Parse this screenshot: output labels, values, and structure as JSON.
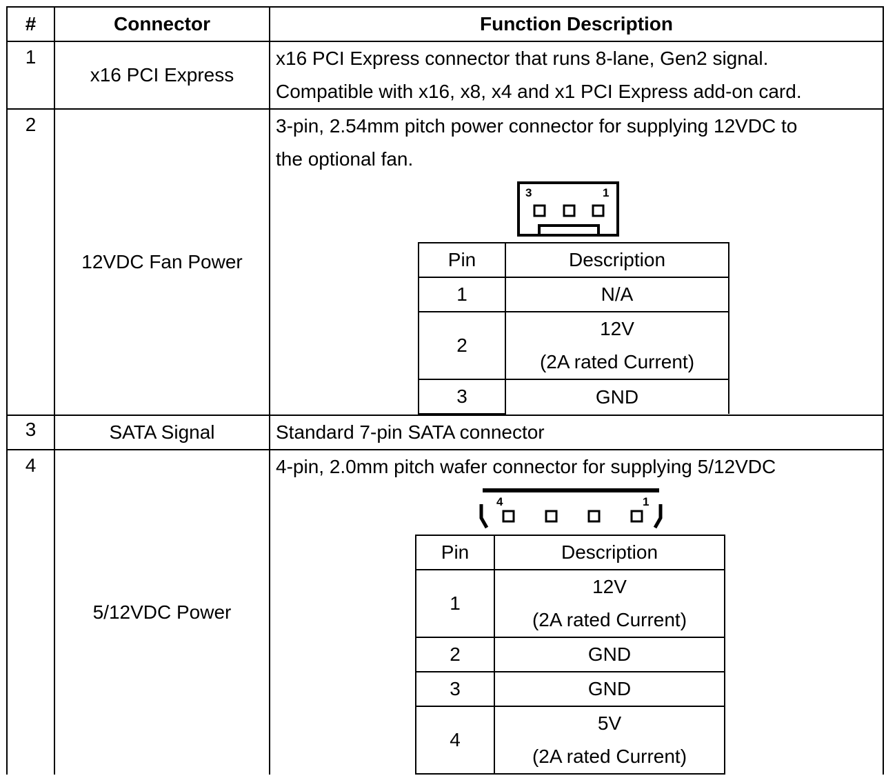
{
  "headers": {
    "num": "#",
    "connector": "Connector",
    "function": "Function Description"
  },
  "rows": [
    {
      "num": "1",
      "connector": "x16 PCI Express",
      "lines": [
        "x16 PCI Express connector that runs 8-lane, Gen2 signal.",
        "Compatible with x16, x8, x4 and x1 PCI Express add-on card."
      ]
    },
    {
      "num": "2",
      "connector": "12VDC Fan Power",
      "lines": [
        "3-pin, 2.54mm pitch power connector for supplying 12VDC to",
        "the optional fan."
      ],
      "diagram": {
        "left_label": "3",
        "right_label": "1"
      },
      "pin_header": {
        "pin": "Pin",
        "desc": "Description"
      },
      "pins": [
        {
          "pin": "1",
          "desc": [
            "N/A"
          ]
        },
        {
          "pin": "2",
          "desc": [
            "12V",
            "(2A rated Current)"
          ]
        },
        {
          "pin": "3",
          "desc": [
            "GND"
          ]
        }
      ]
    },
    {
      "num": "3",
      "connector": "SATA Signal",
      "lines": [
        "Standard 7-pin SATA connector"
      ]
    },
    {
      "num": "4",
      "connector": "5/12VDC Power",
      "lines": [
        "4-pin, 2.0mm pitch wafer connector for supplying 5/12VDC"
      ],
      "diagram": {
        "left_label": "4",
        "right_label": "1"
      },
      "pin_header": {
        "pin": "Pin",
        "desc": "Description"
      },
      "pins": [
        {
          "pin": "1",
          "desc": [
            "12V",
            "(2A rated Current)"
          ]
        },
        {
          "pin": "2",
          "desc": [
            "GND"
          ]
        },
        {
          "pin": "3",
          "desc": [
            "GND"
          ]
        },
        {
          "pin": "4",
          "desc": [
            "5V",
            "(2A rated Current)"
          ]
        }
      ]
    }
  ]
}
